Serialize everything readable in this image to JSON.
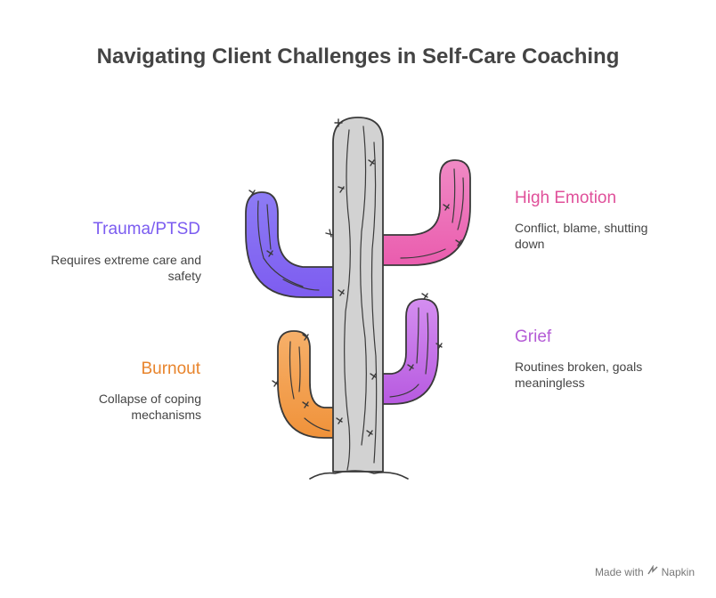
{
  "title": "Navigating Client Challenges in Self-Care Coaching",
  "challenges": [
    {
      "name": "Trauma/PTSD",
      "description": "Requires extreme care and safety",
      "color": "#7b5cf0",
      "side": "left"
    },
    {
      "name": "Burnout",
      "description": "Collapse of coping mechanisms",
      "color": "#e8842c",
      "side": "left"
    },
    {
      "name": "High Emotion",
      "description": "Conflict, blame, shutting down",
      "color": "#e0509a",
      "side": "right"
    },
    {
      "name": "Grief",
      "description": "Routines broken, goals meaningless",
      "color": "#b45bd6",
      "side": "right"
    }
  ],
  "watermark": {
    "prefix": "Made with",
    "brand": "Napkin",
    "icon": "napkin-logo-icon"
  }
}
